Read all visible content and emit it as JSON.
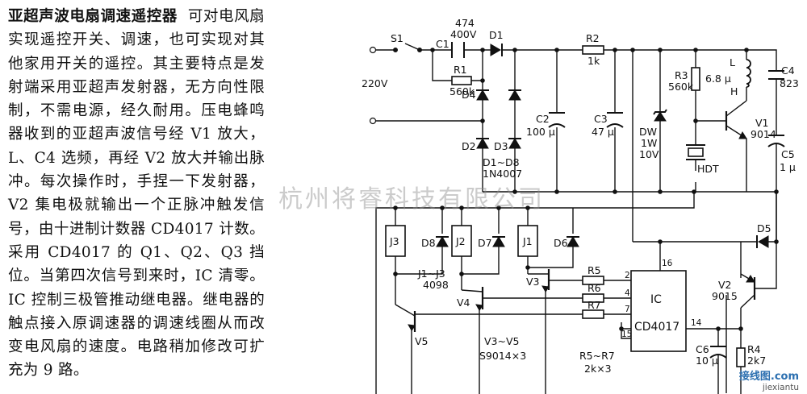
{
  "article": {
    "title": "亚超声波电扇调速遥控器",
    "body": "可对电风扇实现遥控开关、调速，也可实现对其他家用开关的遥控。其主要特点是发射端采用亚超声发射器，无方向性限制，不需电源，经久耐用。压电蜂鸣器收到的亚超声波信号经 V1 放大，L、C4 选频，再经 V2 放大并输出脉冲。每次操作时，手捏一下发射器，V2 集电极就输出一个正脉冲触发信号，由十进制计数器 CD4017 计数。采用 CD4017 的 Q1、Q2、Q3 挡位。当第四次信号到来时，IC 清零。IC 控制三极管推动继电器。继电器的触点接入原调速器的调速线圈从而改变电风扇的速度。电路稍加修改可扩充为 9 路。"
  },
  "labels": {
    "s1": "S1",
    "v220": "220V",
    "c1": "C1",
    "c1v": "474",
    "c1r": "400V",
    "d1": "D1",
    "r1": "R1",
    "r1v": "560k",
    "r2": "R2",
    "r2v": "1k",
    "d4": "D4",
    "d2": "D2",
    "d3": "D3",
    "dnote": "D1~D8",
    "dtype": "1N4007",
    "c2": "C2",
    "c2v": "100 μ",
    "c3": "C3",
    "c3v": "47 μ",
    "dw": "DW",
    "dwp": "1W",
    "dwv": "10V",
    "r3": "R3",
    "r3v": "560k",
    "l": "L",
    "lv": "6.8 μ",
    "lh": "H",
    "hdt": "HDT",
    "c4": "C4",
    "c4v": "823",
    "v1": "V1",
    "v1t": "9014",
    "c5": "C5",
    "c5v": "1 μ",
    "j1": "J1",
    "j2": "J2",
    "j3": "J3",
    "d6": "D6",
    "d7": "D7",
    "d8": "D8",
    "jnote": "J1~J3",
    "jtype": "4098",
    "d5": "D5",
    "v3": "V3",
    "v4": "V4",
    "v5": "V5",
    "r5": "R5",
    "r6": "R6",
    "r7": "R7",
    "ic": "IC",
    "icname": "CD4017",
    "p16": "16",
    "p2": "2",
    "p4": "4",
    "p7": "7",
    "p14": "14",
    "p15": "15",
    "v2": "V2",
    "v2t": "9015",
    "c6": "C6",
    "c6v": "10 μ",
    "r4": "R4",
    "r4v": "2k7",
    "vnote": "V3~V5",
    "vtype": "S9014×3",
    "rnote": "R5~R7",
    "rval": "2k×3"
  },
  "watermark": "杭州将睿科技有限公司",
  "logo": {
    "l1": "接线图.com",
    "l2": "jiexiantu"
  }
}
